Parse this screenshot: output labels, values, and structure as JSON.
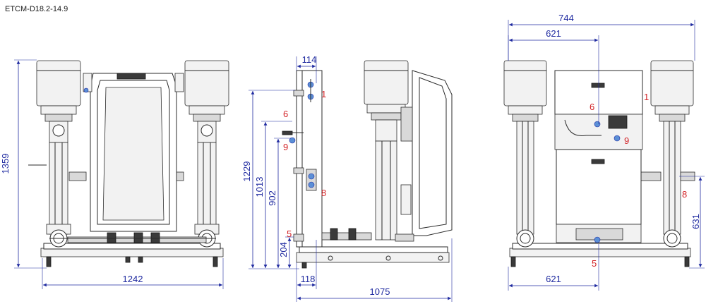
{
  "title": "ETCM-D18.2-14.9",
  "front_view": {
    "dim_height": "1359",
    "dim_width": "1242"
  },
  "side_view": {
    "dim_114": "114",
    "dim_1229": "1229",
    "dim_1013": "1013",
    "dim_902": "902",
    "dim_204": "204",
    "dim_118": "118",
    "dim_1075": "1075",
    "callout_1": "1",
    "callout_6": "6",
    "callout_9": "9",
    "callout_8": "8",
    "callout_5": "5"
  },
  "rear_view": {
    "dim_744": "744",
    "dim_621_top": "621",
    "dim_621_bottom": "621",
    "dim_631": "631",
    "callout_1": "1",
    "callout_6": "6",
    "callout_9": "9",
    "callout_8": "8",
    "callout_5": "5"
  },
  "colors": {
    "dimension": "#1f2aa0",
    "callout": "#d3262a",
    "outline": "#2b2b2b"
  }
}
